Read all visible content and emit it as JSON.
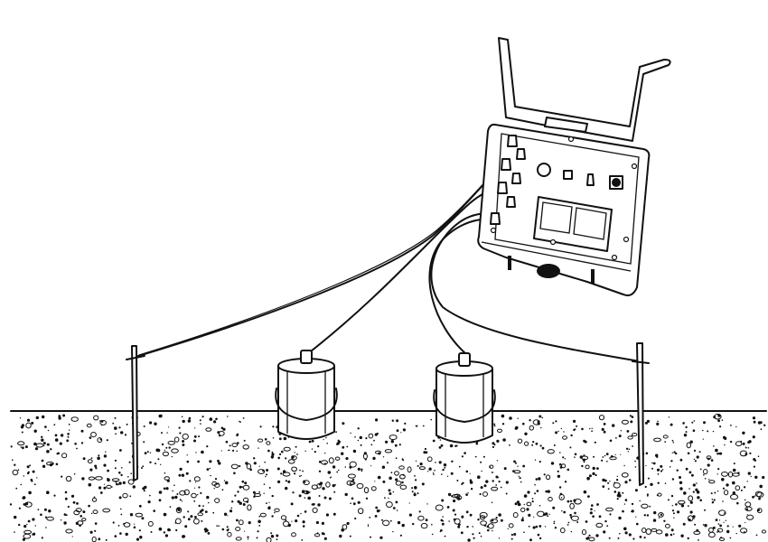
{
  "scene": {
    "ink_color": "#111111",
    "paper_color": "#ffffff",
    "elements": [
      "resistivity-meter",
      "current-electrode-stake",
      "potential-electrode-pot",
      "cable",
      "ground"
    ]
  }
}
